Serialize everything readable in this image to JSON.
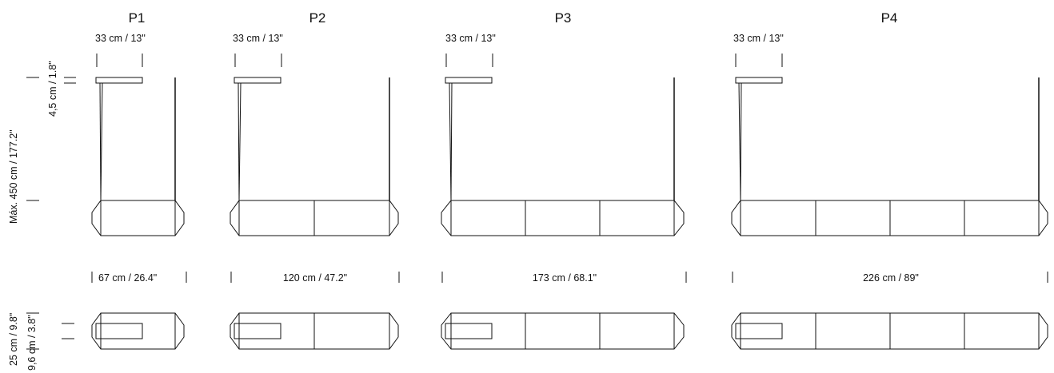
{
  "models": [
    {
      "title": "P1",
      "shade_width": "33 cm / 13\"",
      "total_width": "67 cm / 26.4\"",
      "segments": 1
    },
    {
      "title": "P2",
      "shade_width": "33 cm / 13\"",
      "total_width": "120 cm / 47.2\"",
      "segments": 2
    },
    {
      "title": "P3",
      "shade_width": "33 cm / 13\"",
      "total_width": "173 cm / 68.1\"",
      "segments": 3
    },
    {
      "title": "P4",
      "shade_width": "33 cm / 13\"",
      "total_width": "226 cm / 89\"",
      "segments": 4
    }
  ],
  "dimensions": {
    "max_height": "Máx. 450 cm / 177.2\"",
    "canopy_height": "4,5 cm / 1.8\"",
    "body_depth": "25 cm / 9.8\"",
    "shade_depth": "9,6 cm / 3.8\""
  }
}
